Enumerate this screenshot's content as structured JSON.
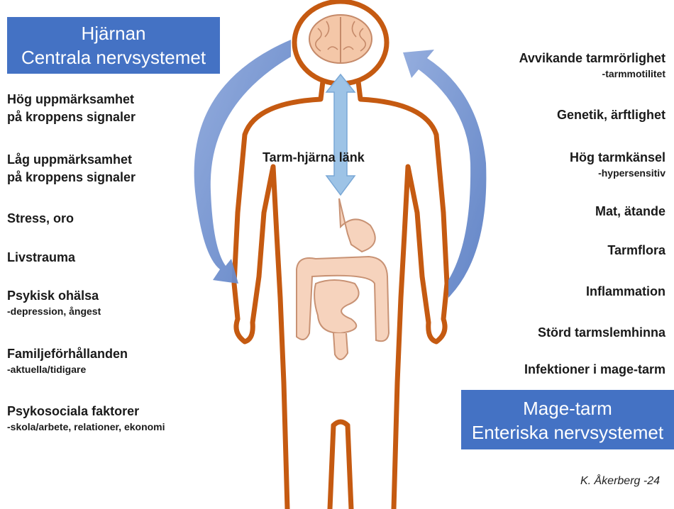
{
  "brain_box": {
    "line1": "Hjärnan",
    "line2": "Centrala nervsystemet"
  },
  "gut_box": {
    "line1": "Mage-tarm",
    "line2": "Enteriska nervsystemet"
  },
  "link_label": "Tarm-hjärna länk",
  "left_factors": [
    {
      "label": "Hög uppmärksamhet",
      "label2": "på kroppens signaler",
      "sub": ""
    },
    {
      "label": "Låg uppmärksamhet",
      "label2": "på kroppens signaler",
      "sub": ""
    },
    {
      "label": "Stress, oro",
      "label2": "",
      "sub": ""
    },
    {
      "label": "Livstrauma",
      "label2": "",
      "sub": ""
    },
    {
      "label": "Psykisk ohälsa",
      "label2": "",
      "sub": "-depression, ångest"
    },
    {
      "label": "Familjeförhållanden",
      "label2": "",
      "sub": "-aktuella/tidigare"
    },
    {
      "label": "Psykosociala faktorer",
      "label2": "",
      "sub": "-skola/arbete, relationer, ekonomi"
    }
  ],
  "right_factors": [
    {
      "label": "Avvikande tarmrörlighet",
      "sub": "-tarmmotilitet"
    },
    {
      "label": "Genetik, ärftlighet",
      "sub": ""
    },
    {
      "label": "Hög tarmkänsel",
      "sub": "-hypersensitiv"
    },
    {
      "label": "Mat, ätande",
      "sub": ""
    },
    {
      "label": "Tarmflora",
      "sub": ""
    },
    {
      "label": "Inflammation",
      "sub": ""
    },
    {
      "label": "Störd tarmslemhinna",
      "sub": ""
    },
    {
      "label": "Infektioner i mage-tarm",
      "sub": ""
    }
  ],
  "credit": "K. Åkerberg -24",
  "colors": {
    "box_fill": "#4472c4",
    "body_outline": "#c55a11",
    "arrow_blue": "#6f93d1",
    "link_arrow": "#9dc3e6",
    "organ": "#f4c7a8"
  }
}
